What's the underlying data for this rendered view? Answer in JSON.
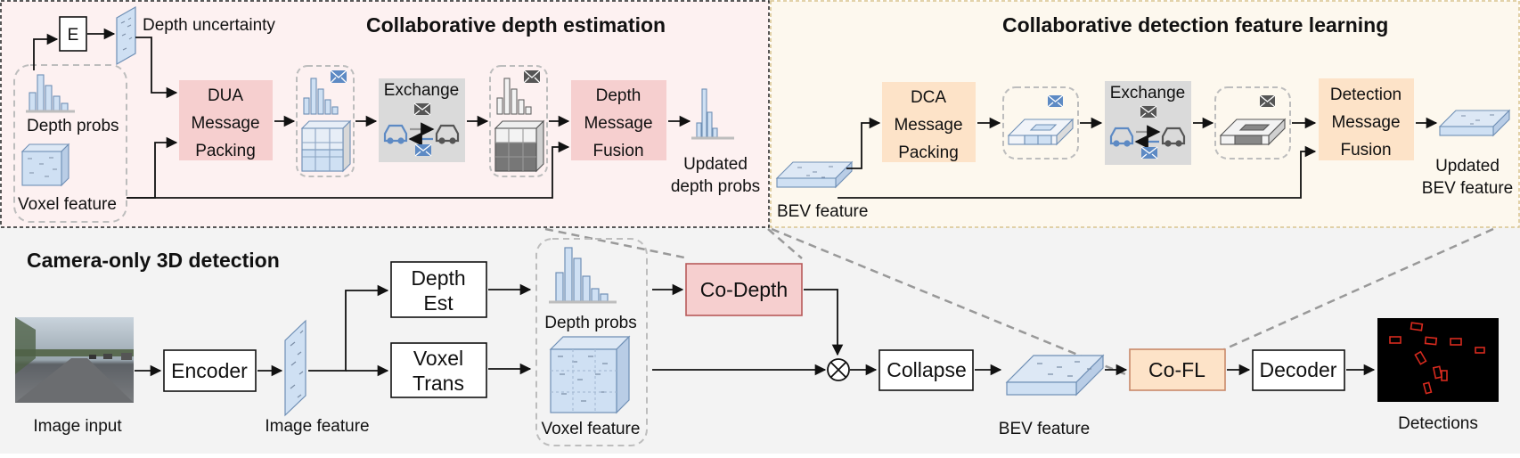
{
  "sections": {
    "depth_title": "Collaborative depth estimation",
    "detection_title": "Collaborative detection feature learning",
    "camera_title": "Camera-only 3D detection"
  },
  "depth_panel": {
    "e_label": "E",
    "uncertainty": "Depth uncertainty",
    "depth_probs": "Depth probs",
    "voxel_feature": "Voxel feature",
    "dua": [
      "DUA",
      "Message",
      "Packing"
    ],
    "exchange": "Exchange",
    "fusion": [
      "Depth",
      "Message",
      "Fusion"
    ],
    "updated": [
      "Updated",
      "depth probs"
    ]
  },
  "detection_panel": {
    "bev_feature": "BEV feature",
    "dca": [
      "DCA",
      "Message",
      "Packing"
    ],
    "exchange": "Exchange",
    "fusion": [
      "Detection",
      "Message",
      "Fusion"
    ],
    "updated": [
      "Updated",
      "BEV feature"
    ]
  },
  "pipeline": {
    "image_input": "Image input",
    "encoder": "Encoder",
    "image_feature": "Image feature",
    "depth_est": [
      "Depth",
      "Est"
    ],
    "voxel_trans": [
      "Voxel",
      "Trans"
    ],
    "depth_probs": "Depth probs",
    "voxel_feature": "Voxel feature",
    "co_depth": "Co-Depth",
    "collapse": "Collapse",
    "bev_feature": "BEV feature",
    "co_fl": "Co-FL",
    "decoder": "Decoder",
    "detections": "Detections"
  },
  "colors": {
    "depth_panel_bg": "#fdf1f1",
    "detection_panel_bg": "#fdf8ee",
    "pipeline_bg": "#f3f3f3",
    "pink_box": "#f6cfcf",
    "orange_box": "#fde3c8",
    "exchange_box": "#dadada",
    "feature_blue": "#cfe0f3",
    "feature_stroke": "#6f8fb5",
    "detection_red": "#d62a1e"
  }
}
